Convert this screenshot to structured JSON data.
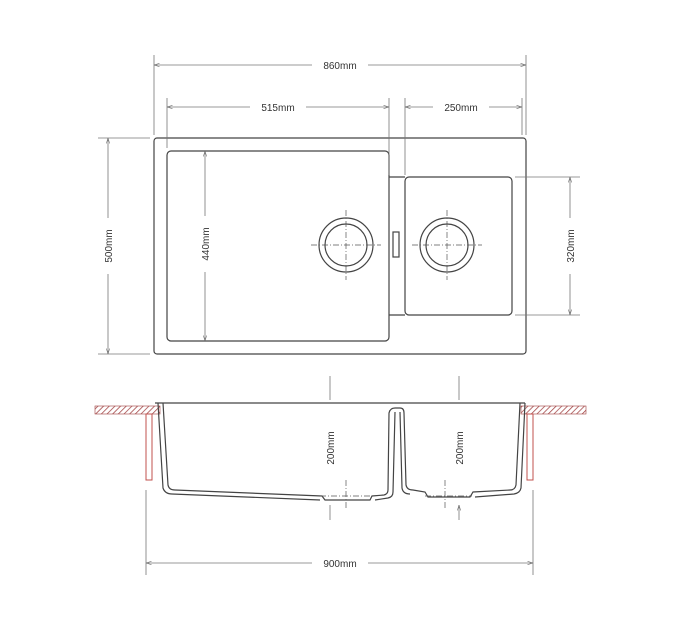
{
  "dimensions": {
    "overall_width": "860mm",
    "large_bowl_width": "515mm",
    "small_bowl_width": "250mm",
    "overall_depth": "500mm",
    "large_bowl_depth": "440mm",
    "small_bowl_depth": "320mm",
    "large_bowl_height": "200mm",
    "small_bowl_height": "200mm",
    "cutout_width": "900mm"
  },
  "colors": {
    "lines": "#444444",
    "cabinet_side": "#c0504d"
  }
}
